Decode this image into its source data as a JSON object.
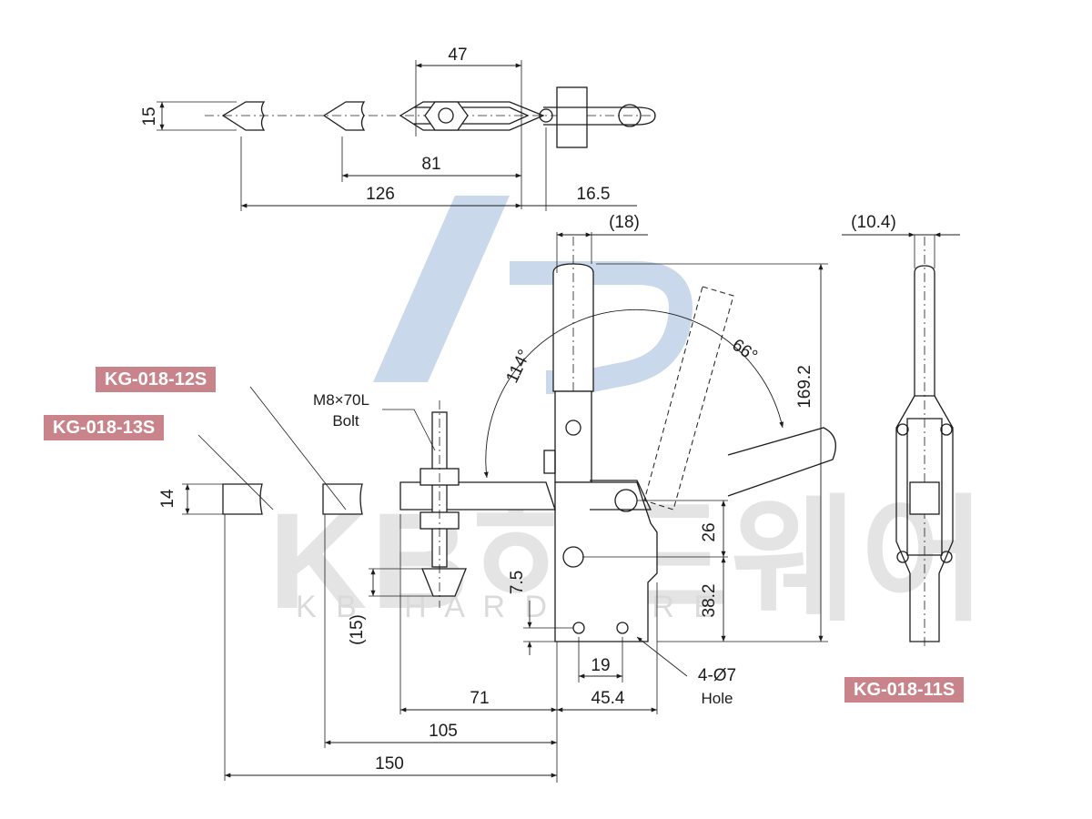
{
  "models": {
    "m12s": "KG-018-12S",
    "m13s": "KG-018-13S",
    "m11s": "KG-018-11S"
  },
  "watermark": {
    "big": "KB하드웨어",
    "sub": "K B   H A R D W A R E"
  },
  "top_view": {
    "d47": "47",
    "d15": "15",
    "d81": "81",
    "d126": "126",
    "d16_5": "16.5"
  },
  "front_view": {
    "d18": "(18)",
    "d169_2": "169.2",
    "angle114": "114°",
    "angle66": "66°",
    "bolt_size": "M8×70L",
    "bolt_word": "Bolt",
    "d14": "14",
    "d26": "26",
    "d7_5": "7.5",
    "d38_2": "38.2",
    "d15p": "(15)",
    "d19": "19",
    "hole_spec": "4-Ø7",
    "hole_word": "Hole",
    "d71": "71",
    "d45_4": "45.4",
    "d105": "105",
    "d150": "150"
  },
  "side_view": {
    "d10_4": "(10.4)"
  },
  "colors": {
    "line": "#1c1c1c",
    "tag": "#c8848a",
    "watermark_blue": "#c9d8ea",
    "watermark_gray": "#e4e4e4"
  }
}
